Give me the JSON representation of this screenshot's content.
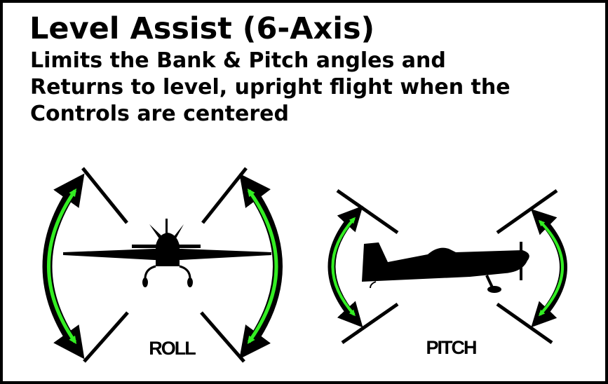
{
  "title": "Level Assist (6-Axis)",
  "subtitle_lines": [
    "Limits the Bank & Pitch angles and",
    "Returns to level, upright flight when the",
    "Controls are centered"
  ],
  "diagrams": {
    "roll_label": "ROLL",
    "pitch_label": "PITCH"
  },
  "colors": {
    "arrow_fill": "#33ee22",
    "outline": "#000000"
  }
}
